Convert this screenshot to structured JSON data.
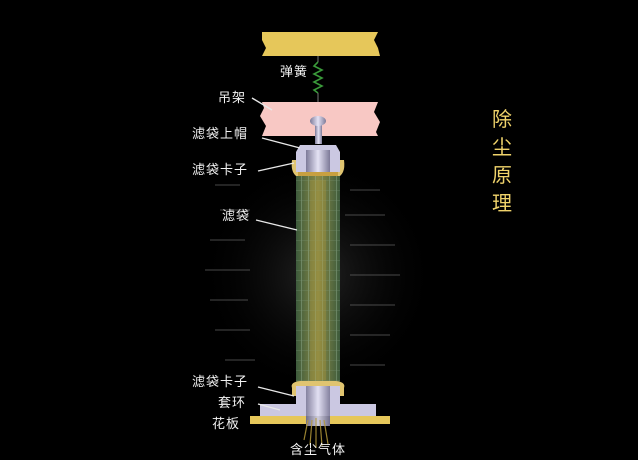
{
  "diagram": {
    "title_chars": [
      "除",
      "尘",
      "原",
      "理"
    ],
    "labels": {
      "spring": "弹簧",
      "hanger": "吊架",
      "bag_cap": "滤袋上帽",
      "bag_clamp_top": "滤袋卡子",
      "filter_bag": "滤袋",
      "bag_clamp_bottom": "滤袋卡子",
      "collar": "套环",
      "tube_sheet": "花板",
      "dusty_gas": "含尘气体"
    },
    "colors": {
      "background": "#000000",
      "top_beam": "#e6c75a",
      "hanger": "#f8c8c4",
      "cap_metal": "#c9c6e0",
      "bag_mesh": "#6f8f6a",
      "dust": "#b59a3a",
      "tube_sheet": "#e6c75a",
      "title": "#f0d36b",
      "label": "#f2f2f2"
    }
  }
}
